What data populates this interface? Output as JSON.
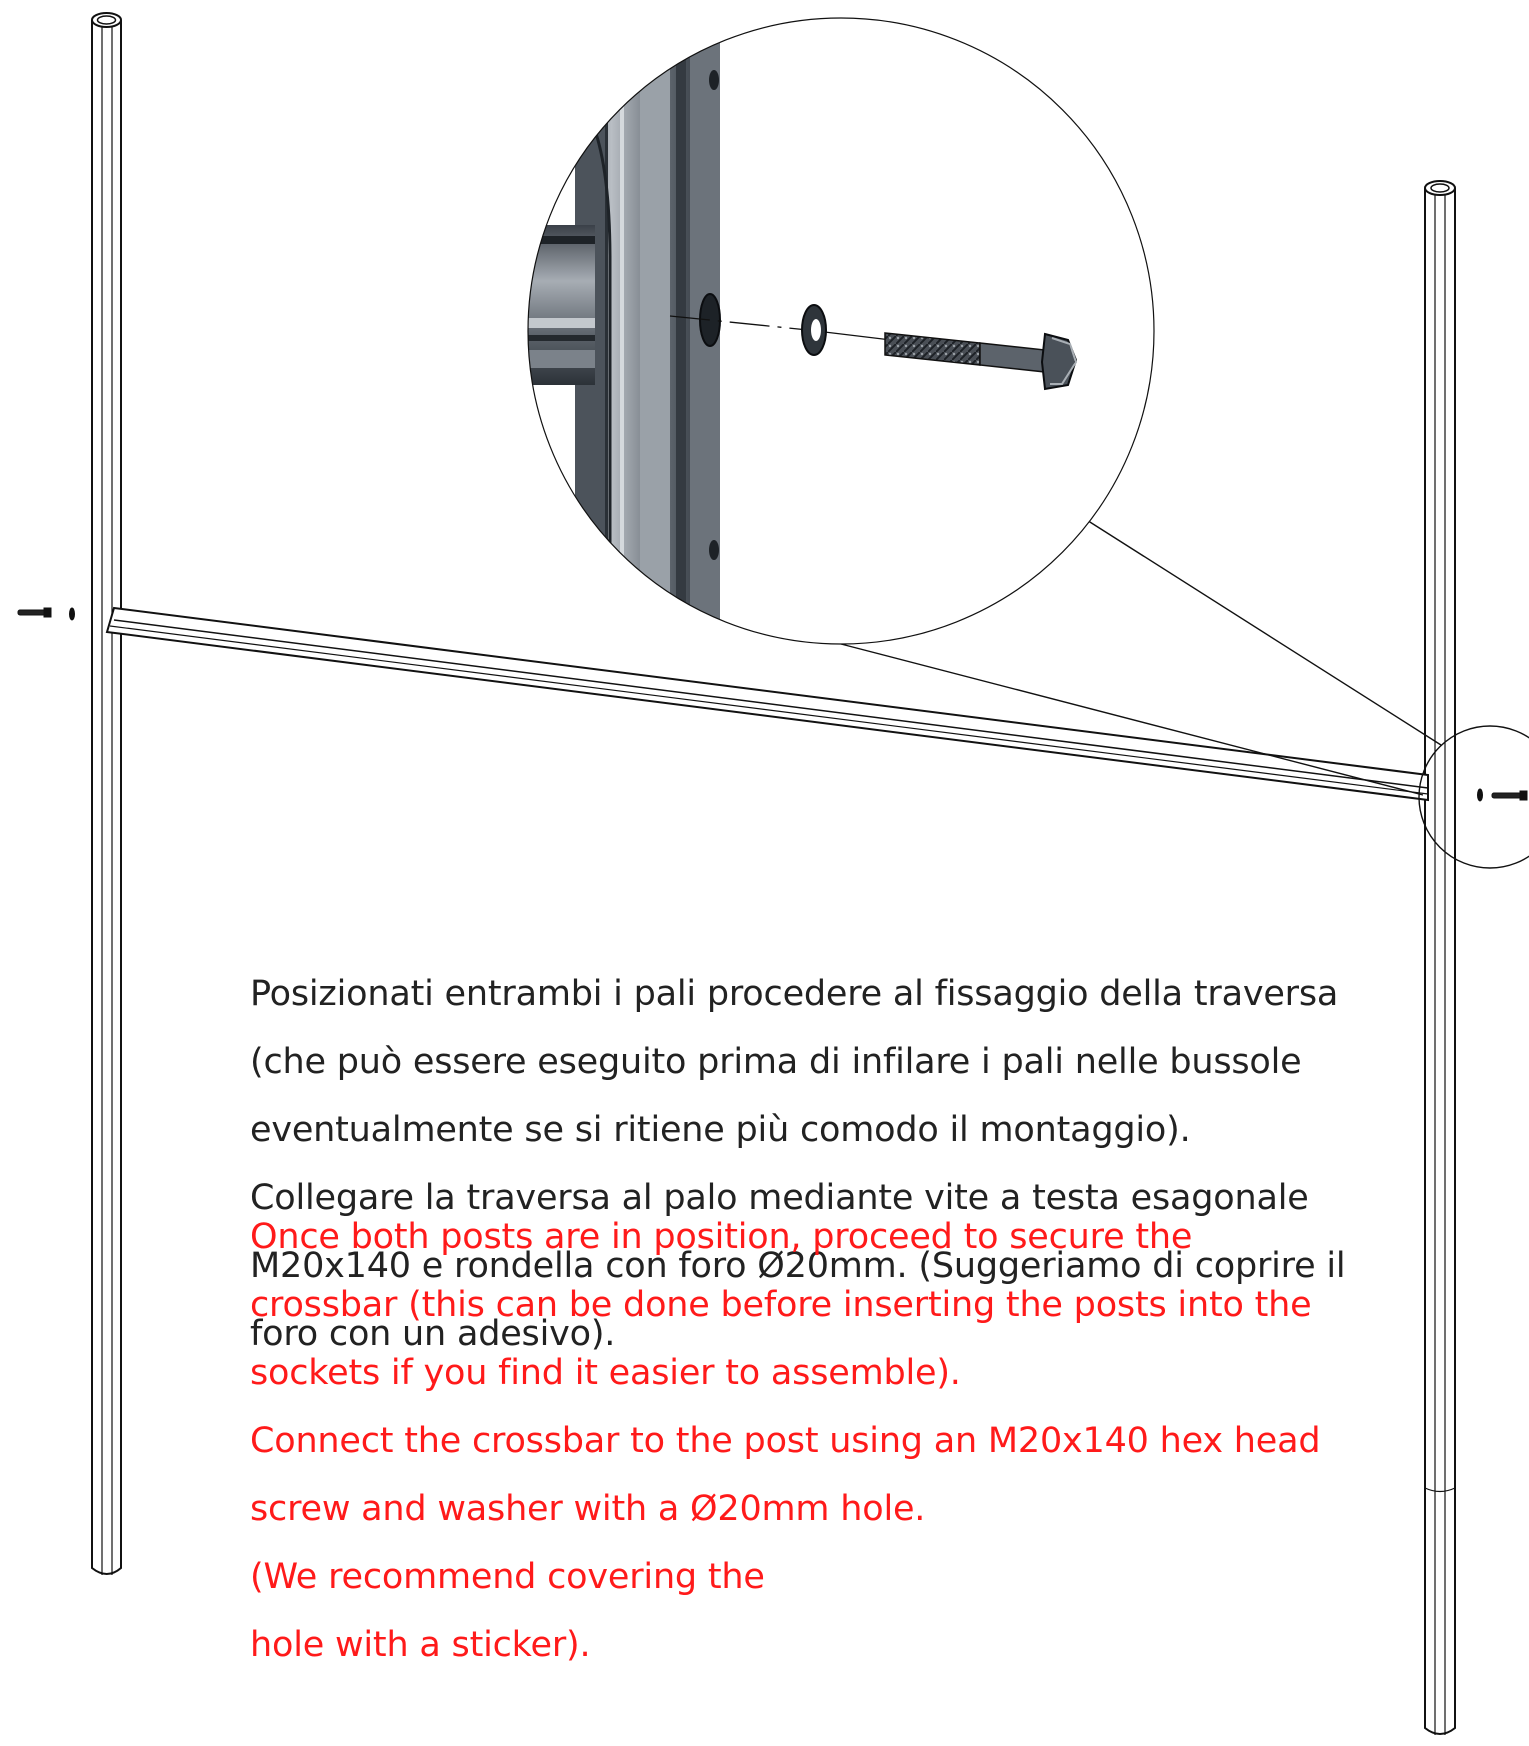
{
  "colors": {
    "italian_text": "#222222",
    "english_text": "#ff1a1a",
    "line_art": "#111111",
    "metal_dark": "#3f4650",
    "metal_mid": "#8d949c",
    "metal_light": "#c9cdd2"
  },
  "instructions": {
    "italian": [
      "Posizionati entrambi i pali procedere al fissaggio della traversa",
      "(che può essere eseguito prima di infilare i pali nelle bussole",
      "eventualmente se si ritiene più comodo il montaggio).",
      "Collegare la traversa al palo mediante vite a testa esagonale",
      "M20x140 e rondella con foro Ø20mm. (Suggeriamo di coprire il",
      "foro con un adesivo)."
    ],
    "english": [
      "Once both posts are in position, proceed to secure the",
      "crossbar (this can be done before inserting the posts into the",
      "sockets if you find it easier to assemble).",
      "Connect the crossbar to the post using an M20x140 hex head",
      "screw and washer with a Ø20mm hole.",
      "(We recommend covering the",
      "hole with a sticker)."
    ]
  },
  "parts": {
    "left_post": "post",
    "right_post": "post",
    "crossbar": "crossbar",
    "fastener": "hex head screw",
    "washer": "washer"
  }
}
